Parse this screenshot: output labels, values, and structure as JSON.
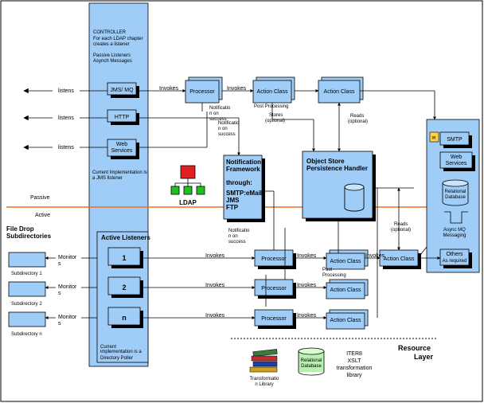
{
  "controller": {
    "title": "CONTROLLER",
    "subtitle": "For each LDAP chapter creates a listener",
    "passive_listeners": "Passive Listeners",
    "asynch_messages": "Asynch Messages",
    "current_impl_jms": "Current Implementation is a JMS listener",
    "jms_mq": "JMS/ MQ",
    "http": "HTTP",
    "web_services": "Web Services"
  },
  "listens_label": "listens",
  "invokes_label": "Invokes",
  "processor_label": "Processor",
  "action_class_label": "Action Class",
  "monitors_label": "Monitors",
  "ldap_label": "LDAP",
  "passive_label": "Passive",
  "active_label": "Active",
  "post_processing": "Post Processing",
  "stores_optional": "Stores (optional)",
  "reads_optional": "Reads (optional)",
  "notification_on_success": "Notification on success",
  "notification_framework": {
    "title": "Notification Framework",
    "through": "through:",
    "channels": "SMTP:eMail JMS FTP"
  },
  "object_store": "Object Store Persistence Handler",
  "file_drop": "File Drop Subdirectories",
  "subdirectories": [
    "Subdirectory 1",
    "Subdirectory 2",
    "Subdirectory n"
  ],
  "active_listeners": {
    "title": "Active Listeners",
    "items": [
      "1",
      "2",
      "n"
    ],
    "note": "Current implementation is a Directory Poller"
  },
  "resources": {
    "smtp": "SMTP",
    "web_services": "Web Services",
    "relational_db": "Relational Database",
    "async_mq": "Async MQ Messaging",
    "others": "Others As required"
  },
  "resource_layer": "Resource Layer",
  "transformation_library": "Transformation Library",
  "relational_db": "Relational Database",
  "xslt_library": "ITER8 XSLT transformation library"
}
